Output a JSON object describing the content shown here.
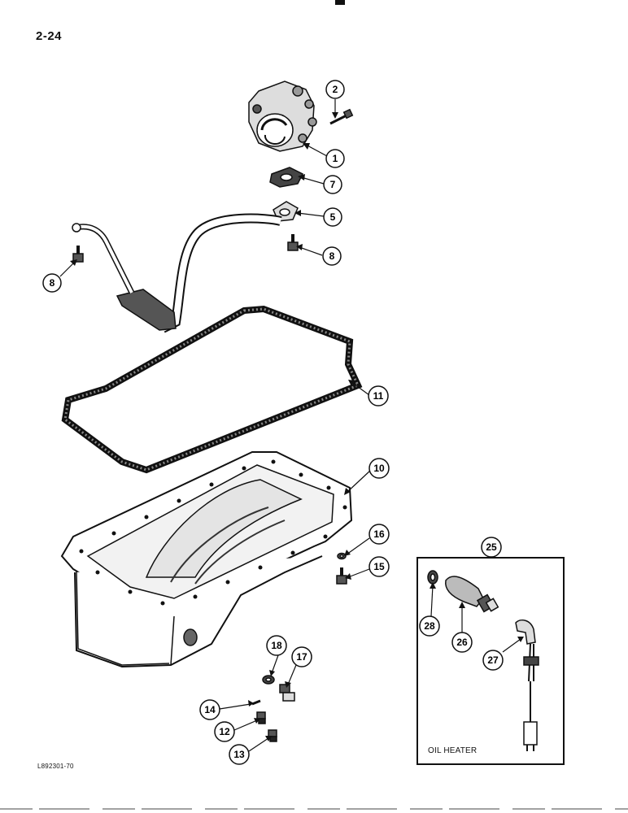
{
  "page_number": "2-24",
  "figure_code": "L892301-70",
  "inset": {
    "label": "OIL HEATER"
  },
  "callouts": [
    "2",
    "1",
    "7",
    "5",
    "8",
    "8",
    "11",
    "10",
    "16",
    "15",
    "18",
    "17",
    "14",
    "12",
    "13",
    "25",
    "28",
    "26",
    "27"
  ]
}
